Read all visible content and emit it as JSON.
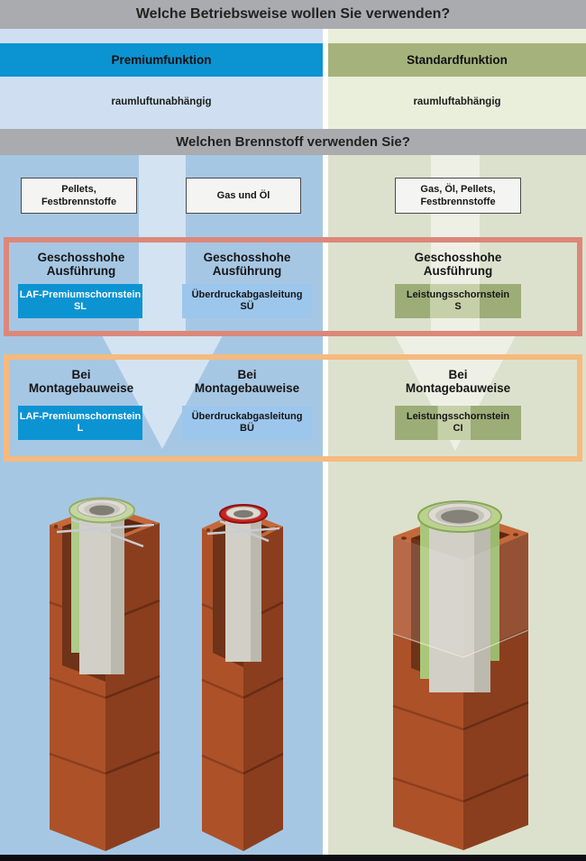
{
  "question1": "Welche Betriebsweise wollen Sie verwenden?",
  "question2": "Welchen Brennstoff verwenden Sie?",
  "columns": {
    "premium": {
      "label": "Premiumfunktion",
      "sublabel": "raumluftunabhängig",
      "accent": "#0c93d2",
      "bg_light": "#cfdff1",
      "bg_main": "#a6c7e4"
    },
    "standard": {
      "label": "Standardfunktion",
      "sublabel": "raumluftabhängig",
      "accent": "#a6b27c",
      "bg_light": "#e9efdb",
      "bg_main": "#dce1cd"
    }
  },
  "fuel_options": [
    {
      "line1": "Pellets,",
      "line2": "Festbrennstoffe"
    },
    {
      "line1": "Gas und Öl",
      "line2": ""
    },
    {
      "line1": "Gas, Öl, Pellets,",
      "line2": "Festbrennstoffe"
    }
  ],
  "sections": [
    {
      "border_color": "#db887a",
      "cells": [
        {
          "heading1": "Geschosshohe",
          "heading2": "Ausführung",
          "product1": "LAF-Premiumschornstein",
          "product2": "SL"
        },
        {
          "heading1": "Geschosshohe",
          "heading2": "Ausführung",
          "product1": "Überdruckabgasleitung",
          "product2": "SÜ"
        },
        {
          "heading1": "Geschosshohe",
          "heading2": "Ausführung",
          "product1": "Leistungsschornstein",
          "product2": "S"
        }
      ]
    },
    {
      "border_color": "#f6ba7d",
      "cells": [
        {
          "heading1": "Bei",
          "heading2": "Montagebauweise",
          "product1": "LAF-Premiumschornstein",
          "product2": "L"
        },
        {
          "heading1": "Bei",
          "heading2": "Montagebauweise",
          "product1": "Überdruckabgasleitung",
          "product2": "BÜ"
        },
        {
          "heading1": "Bei",
          "heading2": "Montagebauweise",
          "product1": "Leistungsschornstein",
          "product2": "CI"
        }
      ]
    }
  ],
  "illustrations": [
    {
      "name": "chimney-render-green-collar",
      "collar_color": "#c5d7a0",
      "body_color": "#ad5129"
    },
    {
      "name": "chimney-render-red-collar",
      "collar_color": "#cd2020",
      "body_color": "#ad5129"
    },
    {
      "name": "chimney-render-green-shell",
      "collar_color": "#b9d28c",
      "body_color": "#ad5129"
    }
  ]
}
